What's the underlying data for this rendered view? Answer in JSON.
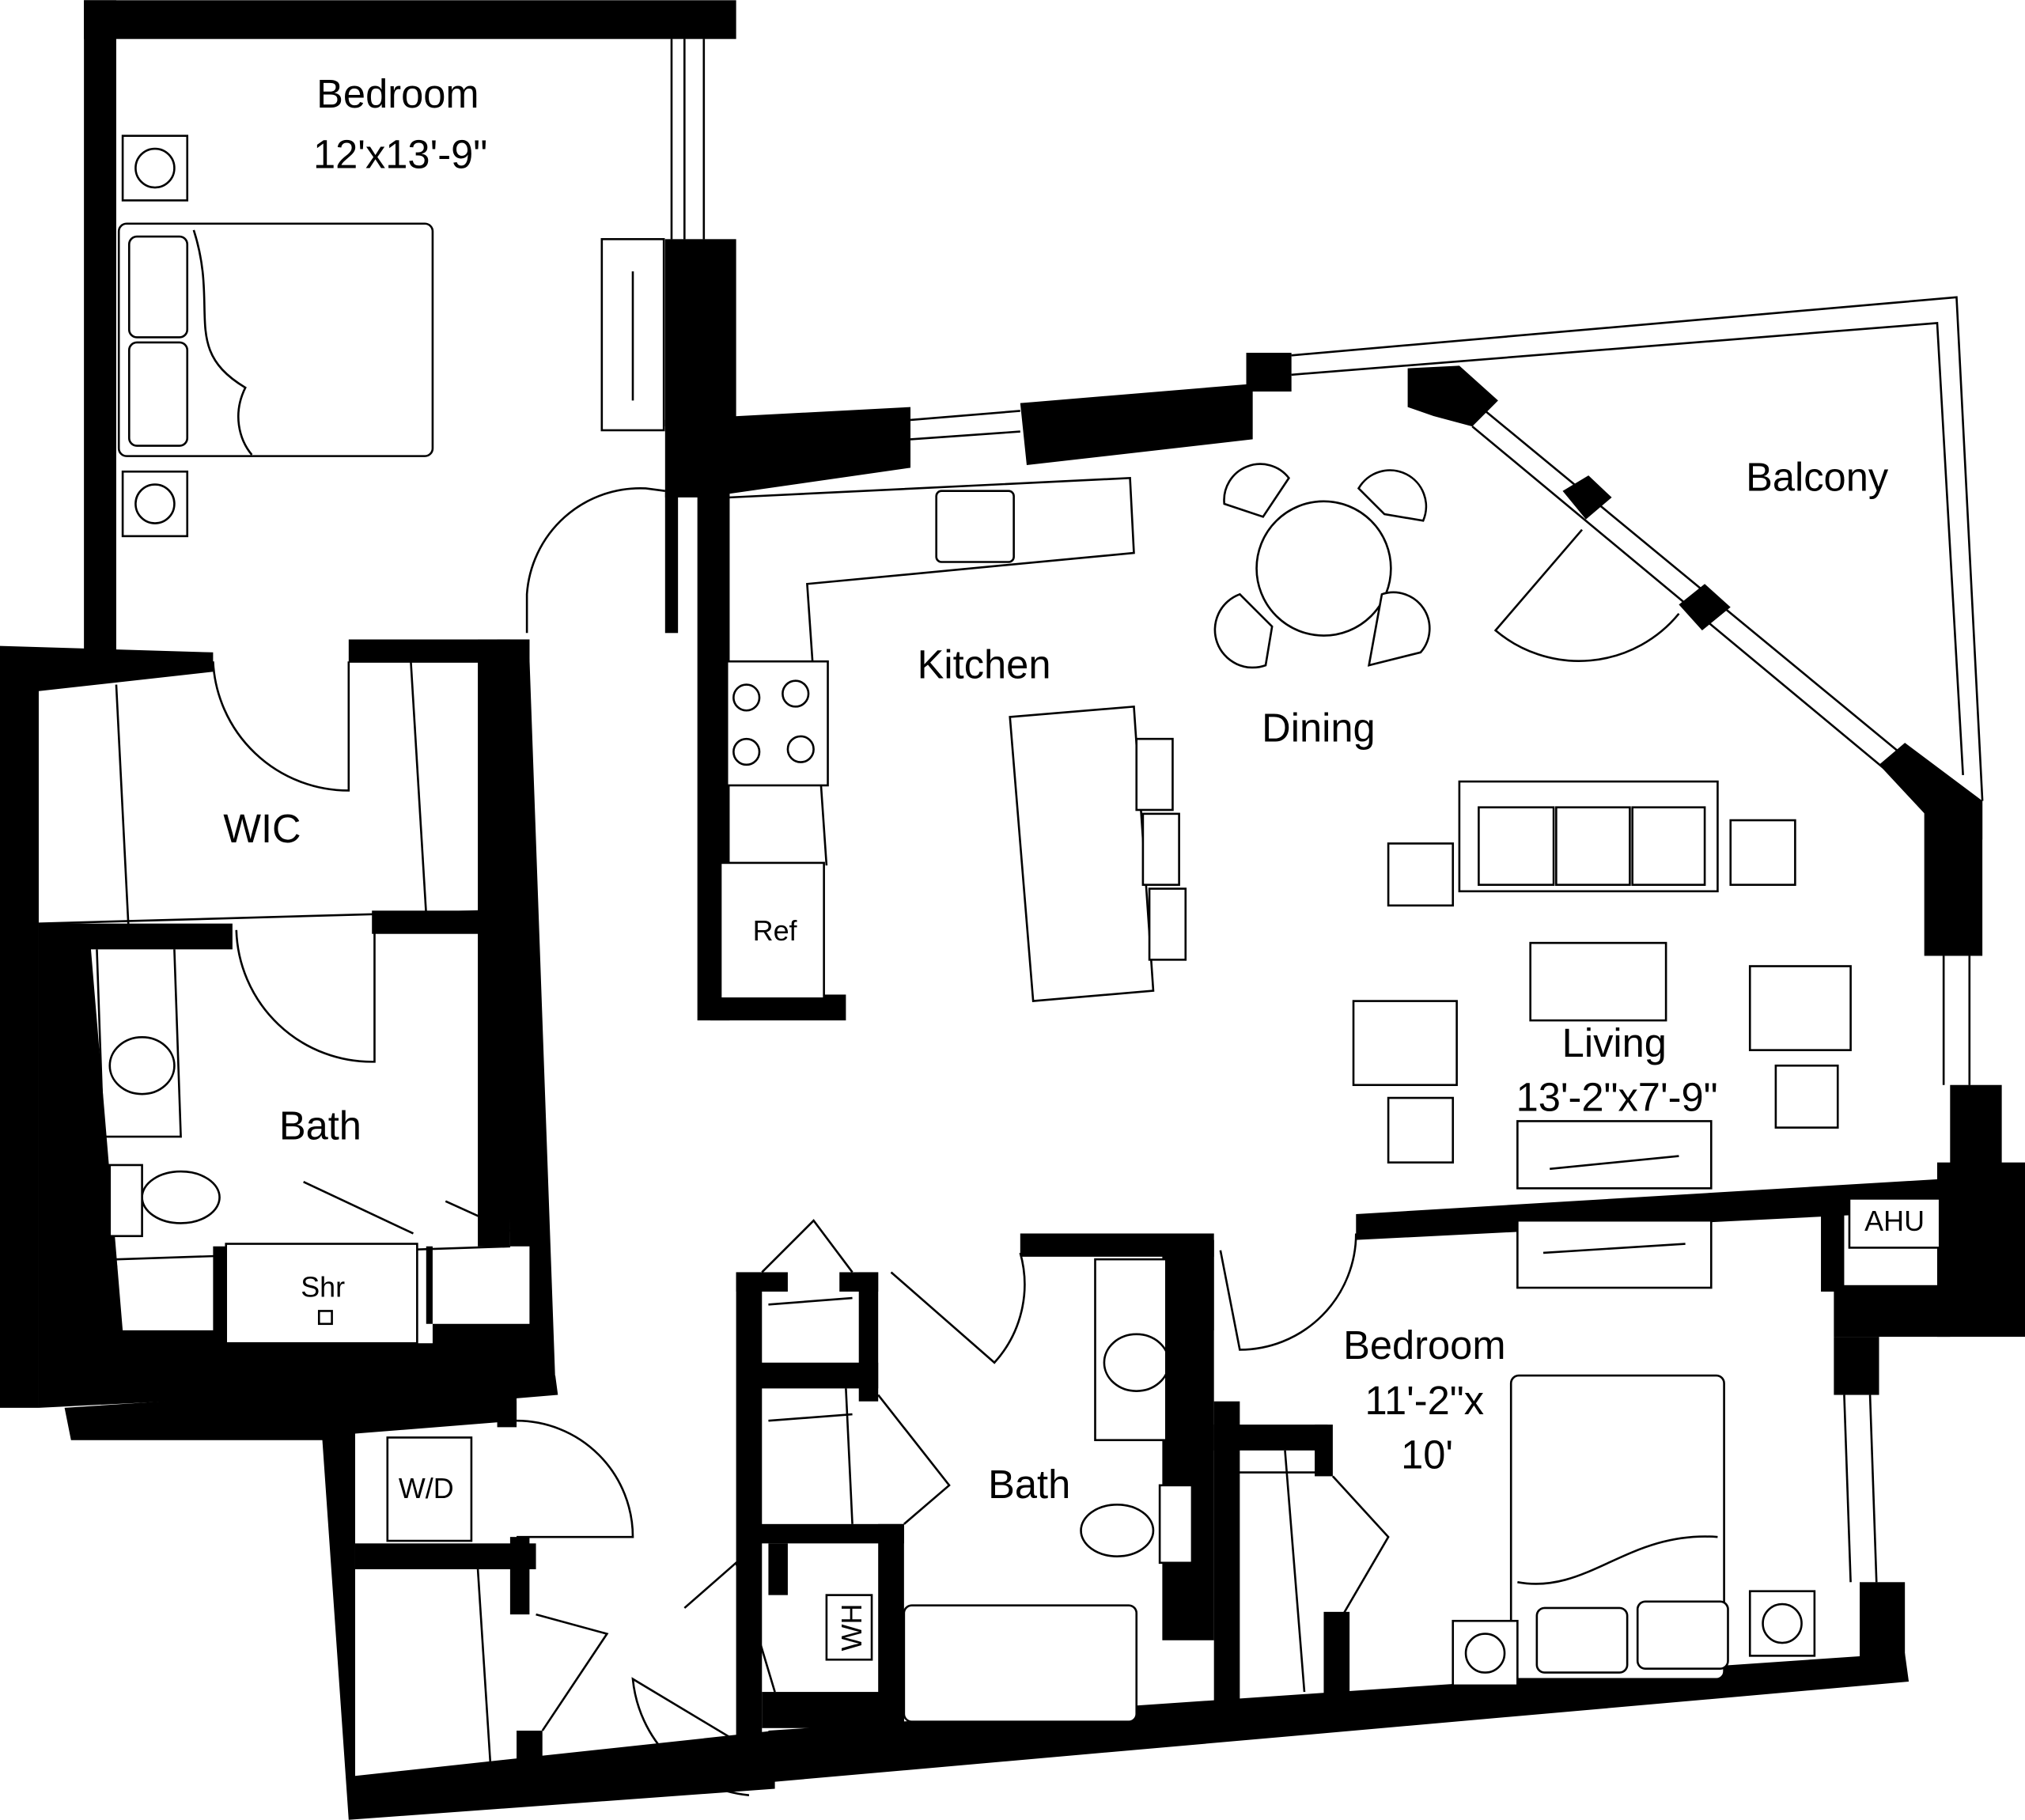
{
  "rooms": {
    "bedroom1": {
      "name": "Bedroom",
      "size": "12'x13'-9\""
    },
    "balcony": {
      "name": "Balcony"
    },
    "kitchen": {
      "name": "Kitchen"
    },
    "dining": {
      "name": "Dining"
    },
    "wic": {
      "name": "WIC"
    },
    "living": {
      "name": "Living",
      "size": "13'-2\"x7'-9\""
    },
    "bath1": {
      "name": "Bath"
    },
    "bedroom2": {
      "name": "Bedroom",
      "size_line1": "11'-2\"x",
      "size_line2": "10'"
    },
    "bath2": {
      "name": "Bath"
    }
  },
  "fixtures": {
    "ref": "Ref",
    "shower": "Shr",
    "ahu": "AHU",
    "washer_dryer": "W/D",
    "water_heater": "WH"
  }
}
